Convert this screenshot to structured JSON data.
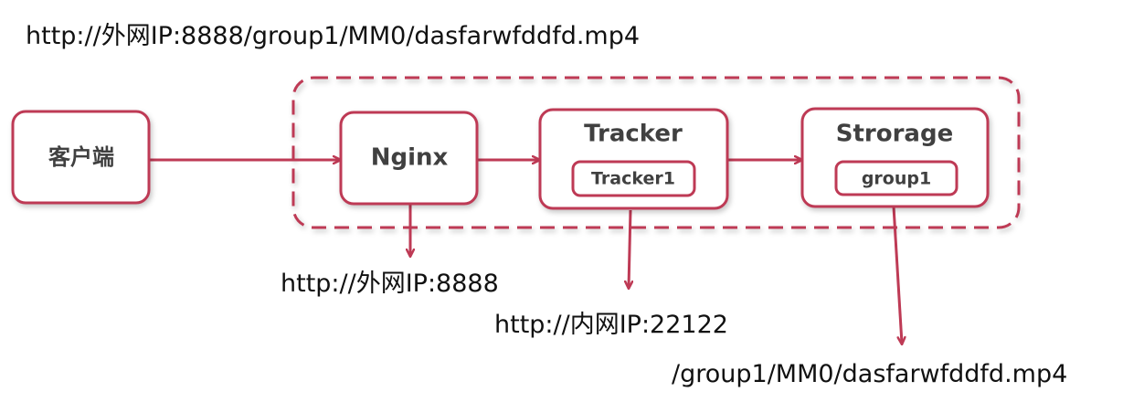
{
  "colors": {
    "accent": "#be3a55",
    "text": "#404040",
    "label": "#111111"
  },
  "url_title": "http://外网IP:8888/group1/MM0/dasfarwfddfd.mp4",
  "nodes": {
    "client": "客户端",
    "nginx": "Nginx",
    "tracker": "Tracker",
    "tracker_inner": "Tracker1",
    "storage": "Strorage",
    "storage_inner": "group1"
  },
  "labels": {
    "nginx_addr": "http://外网IP:8888",
    "tracker_addr": "http://内网IP:22122",
    "storage_path": "/group1/MM0/dasfarwfddfd.mp4"
  }
}
